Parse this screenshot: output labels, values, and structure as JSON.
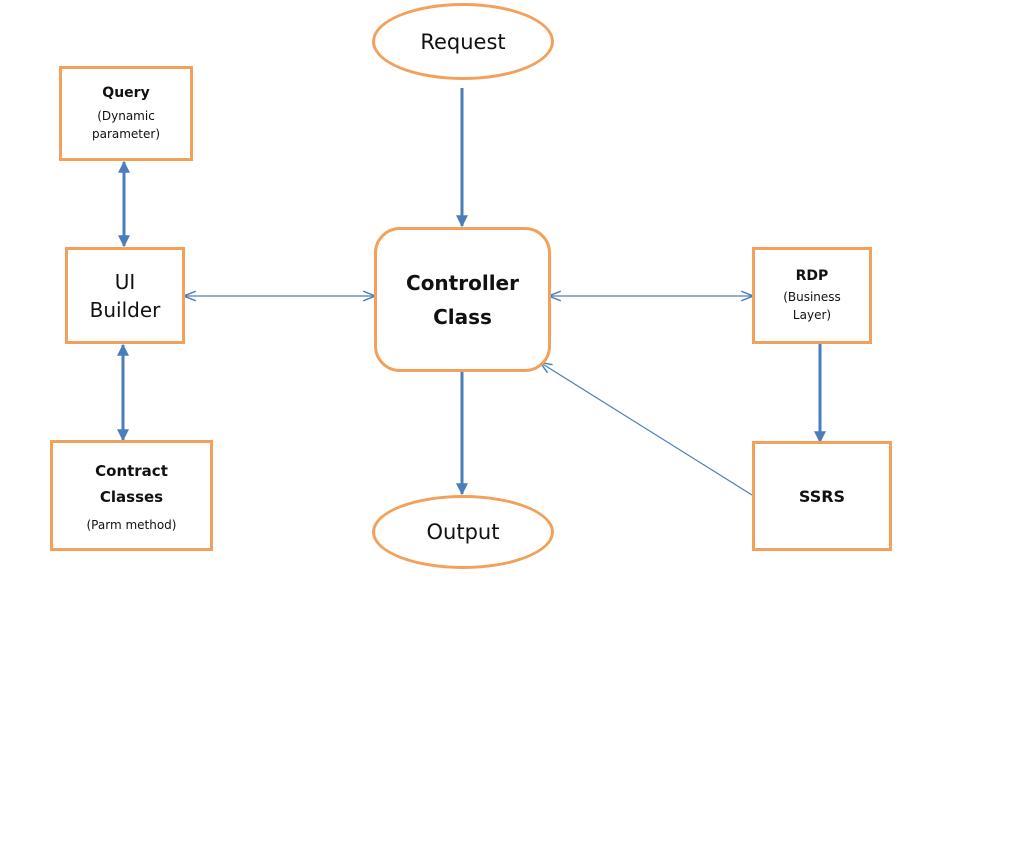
{
  "colors": {
    "node_border": "#f2a05a",
    "connector": "#4a7ebb",
    "text": "#111111"
  },
  "nodes": {
    "request": {
      "label": "Request"
    },
    "query": {
      "title": "Query",
      "subtitle_1": "(Dynamic",
      "subtitle_2": "parameter)"
    },
    "ui_builder": {
      "line_1": "UI",
      "line_2": "Builder"
    },
    "controller": {
      "line_1": "Controller",
      "line_2": "Class"
    },
    "rdp": {
      "title": "RDP",
      "subtitle_1": "(Business",
      "subtitle_2": "Layer)"
    },
    "contract": {
      "line_1": "Contract",
      "line_2": "Classes",
      "subtitle": "(Parm method)"
    },
    "output": {
      "label": "Output"
    },
    "ssrs": {
      "label": "SSRS"
    }
  },
  "edges": [
    {
      "from": "request",
      "to": "controller",
      "direction": "one-way"
    },
    {
      "from": "query",
      "to": "ui_builder",
      "direction": "two-way"
    },
    {
      "from": "ui_builder",
      "to": "contract",
      "direction": "two-way"
    },
    {
      "from": "ui_builder",
      "to": "controller",
      "direction": "two-way"
    },
    {
      "from": "controller",
      "to": "rdp",
      "direction": "two-way"
    },
    {
      "from": "controller",
      "to": "output",
      "direction": "one-way"
    },
    {
      "from": "rdp",
      "to": "ssrs",
      "direction": "one-way"
    },
    {
      "from": "ssrs",
      "to": "controller",
      "direction": "one-way"
    }
  ]
}
